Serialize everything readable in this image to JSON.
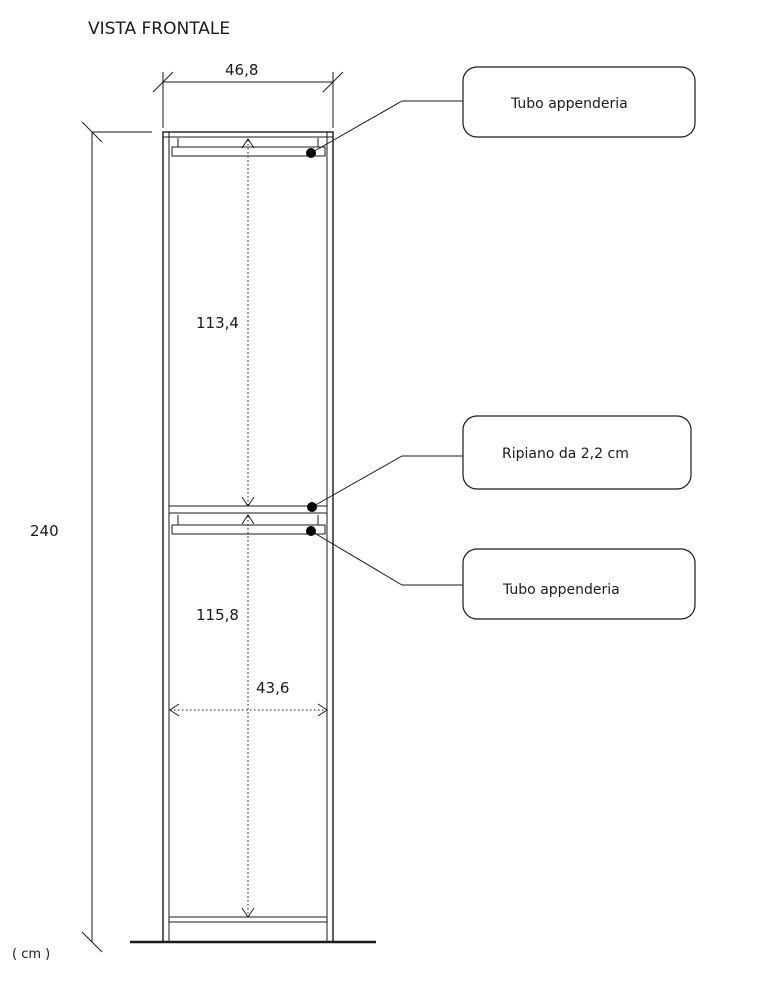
{
  "title": "VISTA FRONTALE",
  "unit": "( cm )",
  "dimensions": {
    "width_outer": "46,8",
    "height_total": "240",
    "upper_clearance": "113,4",
    "lower_clearance": "115,8",
    "inner_width": "43,6"
  },
  "callouts": {
    "top_rail": "Tubo appenderia",
    "shelf": "Ripiano da 2,2 cm",
    "lower_rail": "Tubo appenderia"
  }
}
